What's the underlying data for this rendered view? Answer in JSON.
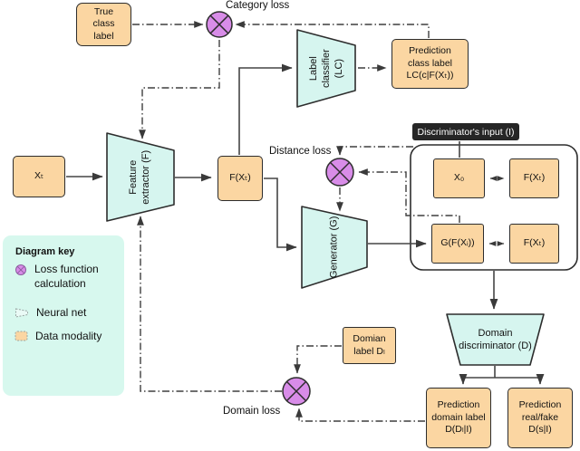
{
  "nodes": {
    "true_class_label": "True\nclass\nlabel",
    "x_input": "Xₜ",
    "feature_extractor": "Feature\nextractor (F)",
    "fx": "F(Xₜ)",
    "label_classifier": "Label\nclassifier\n(LC)",
    "prediction_class": "Prediction\nclass label\nLC(c|F(Xₜ))",
    "discriminator_input": "Discriminator's input (I)",
    "x0": "X₀",
    "fxt_top": "F(Xₜ)",
    "gfx": "G(F(Xᵢ))",
    "fxt_bottom": "F(Xₜ)",
    "generator": "Generator (G)",
    "domian_label": "Domian\nlabel Dₗ",
    "domain_discriminator": "Domain\ndiscriminator (D)",
    "prediction_domain": "Prediction\ndomain label\nD(Dₗ|I)",
    "prediction_realfake": "Prediction\nreal/fake\nD(s|I)"
  },
  "losses": {
    "category": "Category loss",
    "distance": "Distance loss",
    "domain": "Domain loss"
  },
  "legend": {
    "title": "Diagram key",
    "items": [
      {
        "icon": "loss-function-icon",
        "label": "Loss function\ncalculation"
      },
      {
        "icon": "neural-net-icon",
        "label": "Neural net"
      },
      {
        "icon": "data-modality-icon",
        "label": "Data modality"
      }
    ]
  },
  "colors": {
    "data_box": "#fbd6a2",
    "neural_net": "#d6f5ef",
    "loss_node": "#d88ce8",
    "legend_bg": "#d7f8ee",
    "dark_label_bg": "#262626",
    "wire": "#454545"
  }
}
